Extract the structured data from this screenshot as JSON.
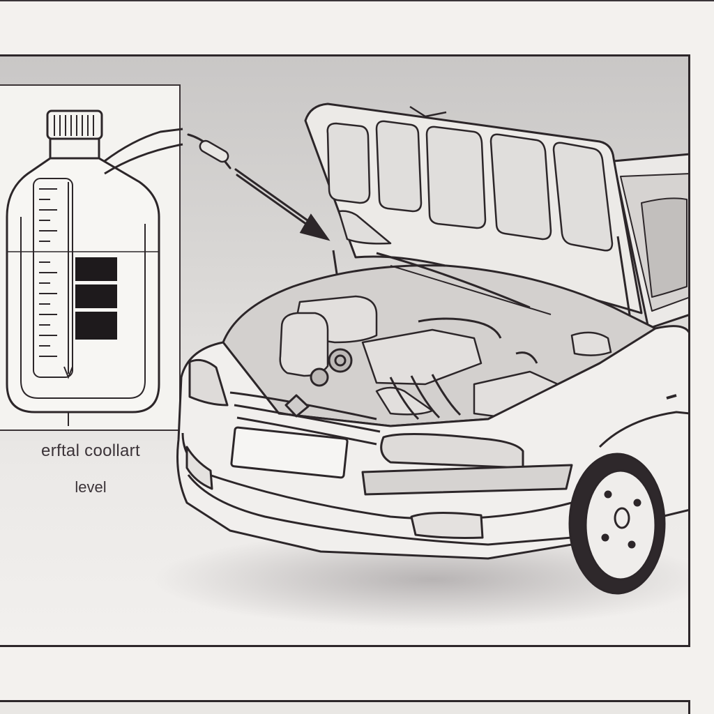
{
  "caption": {
    "line1": "erftal coollart",
    "line2": "level"
  },
  "colors": {
    "ink": "#2c2629",
    "paper": "#f3f1ee",
    "shade": "#c9c7c6",
    "level_block": "#1e1a1c"
  },
  "illustration": {
    "subject": "car with open hood",
    "container": "coolant jug with level scale"
  }
}
